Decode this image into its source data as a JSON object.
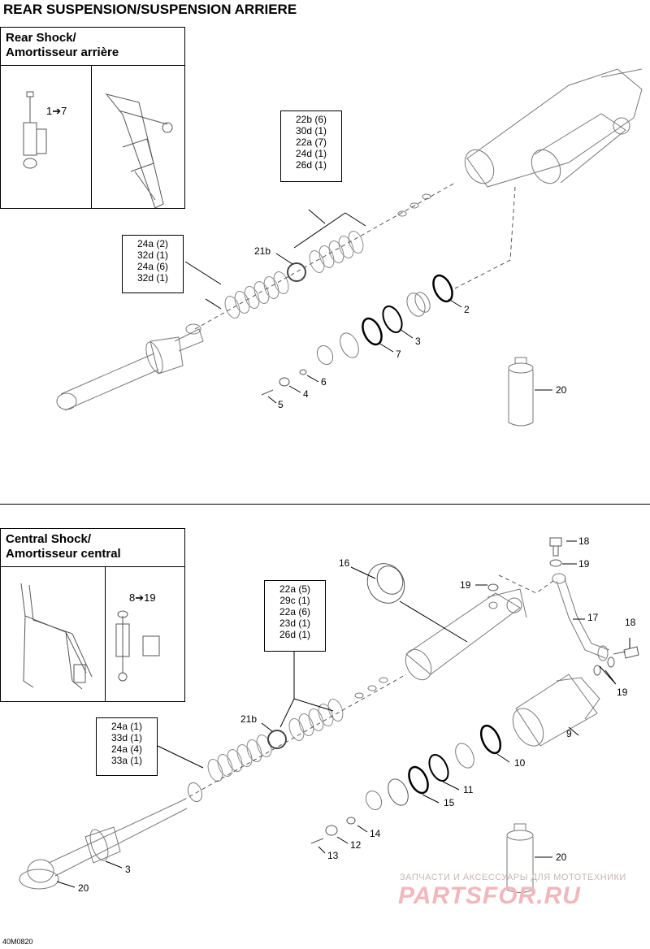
{
  "page": {
    "title": "REAR SUSPENSION/SUSPENSION ARRIERE",
    "code": "40M0820"
  },
  "rear": {
    "title_line1": "Rear Shock/",
    "title_line2": "Amortisseur arrière",
    "inset_range": "1➔7",
    "kit_upper": [
      "22b (6)",
      "30d (1)",
      "22a (7)",
      "24d (1)",
      "26d (1)"
    ],
    "kit_lower": [
      "24a (2)",
      "32d (1)",
      "24a (6)",
      "32d (1)"
    ],
    "callouts": {
      "p21b": "21b",
      "p2": "2",
      "p3": "3",
      "p7": "7",
      "p6": "6",
      "p4": "4",
      "p5": "5",
      "p20": "20"
    }
  },
  "central": {
    "title_line1": "Central Shock/",
    "title_line2": "Amortisseur central",
    "inset_range": "8➔19",
    "kit_upper": [
      "22a (5)",
      "29c (1)",
      "22a (6)",
      "23d (1)",
      "26d (1)"
    ],
    "kit_lower": [
      "24a (1)",
      "33d (1)",
      "24a (4)",
      "33a (1)"
    ],
    "callouts": {
      "p16": "16",
      "p18a": "18",
      "p19a": "19",
      "p19b": "19",
      "p17": "17",
      "p18b": "18",
      "p19c": "19",
      "p9": "9",
      "p21b": "21b",
      "p10": "10",
      "p11": "11",
      "p15": "15",
      "p14": "14",
      "p12": "12",
      "p13": "13",
      "p3": "3",
      "p20a": "20",
      "p20b": "20"
    }
  },
  "watermark": {
    "top_text": "ЗАПЧАСТИ И АКСЕССУАРЫ ДЛЯ МОТОТЕХНИКИ",
    "logo_text": "PARTSFOR.RU",
    "logo_color": "#e8949a"
  }
}
